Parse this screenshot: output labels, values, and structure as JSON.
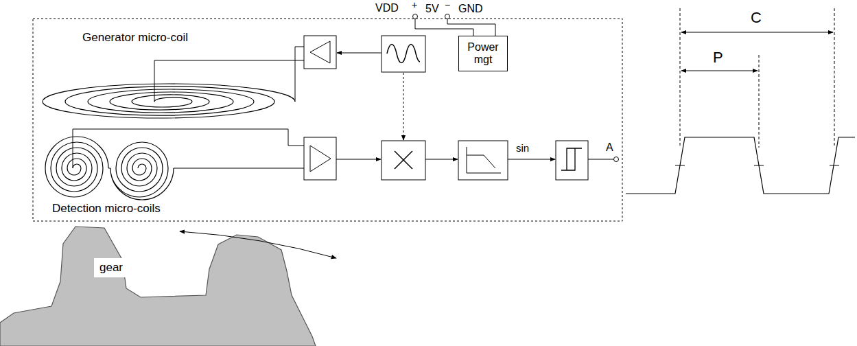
{
  "diagram": {
    "nodes": [
      {
        "text": [
          "Power mgt"
        ]
      },
      {
        "text": [
          "gear"
        ]
      }
    ],
    "labels": [
      "VDD",
      "+",
      "5V",
      "−",
      "GND",
      "Generator micro-coil",
      "Detection micro-coils",
      "sin",
      "A",
      "C",
      "P"
    ]
  }
}
